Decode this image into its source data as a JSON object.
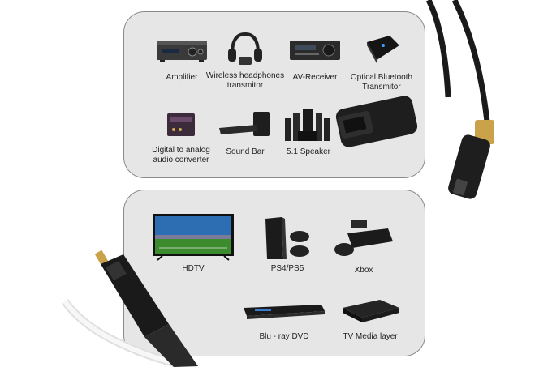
{
  "top_panel": {
    "devices": [
      {
        "label": "Amplifier",
        "icon": "amplifier-icon"
      },
      {
        "label": "Wireless headphones\ntransmitor",
        "icon": "headphones-icon"
      },
      {
        "label": "AV-Receiver",
        "icon": "av-receiver-icon"
      },
      {
        "label": "Optical Bluetooth\nTransmitor",
        "icon": "bluetooth-transmitter-icon"
      },
      {
        "label": "Digital to analog\naudio converter",
        "icon": "dac-icon"
      },
      {
        "label": "Sound Bar",
        "icon": "soundbar-icon"
      },
      {
        "label": "5.1 Speaker",
        "icon": "speaker-system-icon"
      }
    ]
  },
  "bottom_panel": {
    "devices": [
      {
        "label": "HDTV",
        "icon": "tv-icon"
      },
      {
        "label": "PS4/PS5",
        "icon": "playstation-icon"
      },
      {
        "label": "Xbox",
        "icon": "xbox-icon"
      },
      {
        "label": "Blu - ray DVD",
        "icon": "bluray-player-icon"
      },
      {
        "label": "TV Media layer",
        "icon": "media-player-icon"
      }
    ]
  },
  "colors": {
    "panel": "#e6e6e6",
    "panel_border": "#8a8a8a",
    "cable": "#1a1a1a",
    "gold": "#c9a24a"
  }
}
